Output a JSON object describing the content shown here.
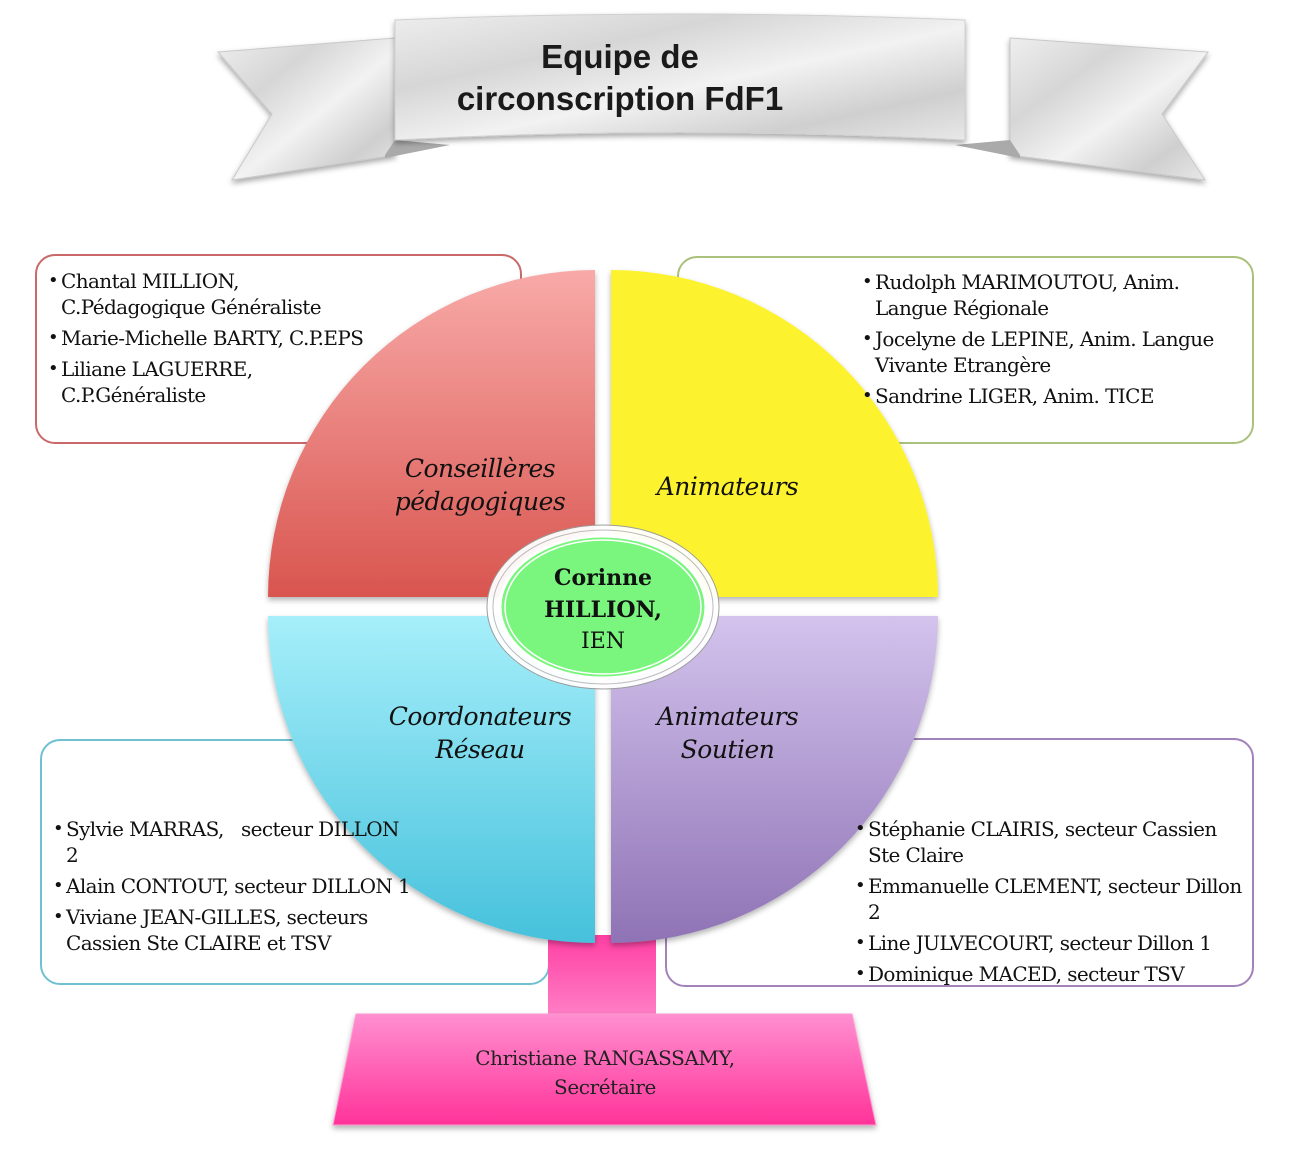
{
  "title": {
    "line1": "Equipe de",
    "line2": "circonscription FdF1"
  },
  "center": {
    "name_line1": "Corinne",
    "name_line2": "HILLION,",
    "role": "IEN"
  },
  "quadrants": {
    "top_left": {
      "label_line1": "Conseillères",
      "label_line2": "pédagogiques",
      "color_top": "#f6a9a7",
      "color_bottom": "#d9544f",
      "members": [
        "Chantal MILLION, C.Pédagogique Généraliste",
        "Marie-Michelle BARTY, C.P.EPS",
        "Liliane LAGUERRE, C.P.Généraliste"
      ]
    },
    "top_right": {
      "label_line1": "Animateurs",
      "color": "#fdf22e",
      "members": [
        "Rudolph MARIMOUTOU, Anim. Langue Régionale",
        "Jocelyne de LEPINE, Anim. Langue Vivante Etrangère",
        "Sandrine LIGER, Anim. TICE"
      ]
    },
    "bottom_left": {
      "label_line1": "Coordonateurs",
      "label_line2": "Réseau",
      "color_top": "#a5effa",
      "color_bottom": "#48c2dc",
      "members": [
        "Sylvie MARRAS,   secteur DILLON 2",
        "Alain CONTOUT, secteur DILLON 1",
        "Viviane JEAN-GILLES, secteurs Cassien Ste CLAIRE et TSV"
      ]
    },
    "bottom_right": {
      "label_line1": "Animateurs",
      "label_line2": "Soutien",
      "color_top": "#d2c2ec",
      "color_bottom": "#9176b7",
      "members": [
        "Stéphanie CLAIRIS, secteur Cassien Ste Claire",
        "Emmanuelle CLEMENT, secteur Dillon 2",
        "Line JULVECOURT, secteur Dillon 1",
        "Dominique MACED, secteur TSV"
      ]
    }
  },
  "secretary": {
    "line1": "Christiane RANGASSAMY,",
    "line2": "Secrétaire",
    "color": "#ff4fae"
  }
}
